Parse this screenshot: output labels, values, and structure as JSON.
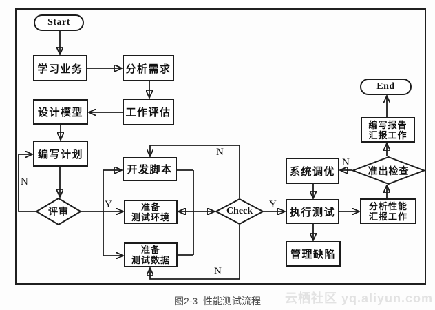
{
  "figure": {
    "caption": "图2-3  性能测试流程",
    "watermark": "云栖社区 yq.aliyun.com"
  },
  "nodes": {
    "start": "Start",
    "learn_business": "学习业务",
    "analyze_requirements": "分析需求",
    "work_estimate": "工作评估",
    "design_model": "设计模型",
    "write_plan": "编写计划",
    "review": "评审",
    "develop_script": "开发脚本",
    "prepare_env": "准备\n测试环境",
    "prepare_data": "准备\n测试数据",
    "check": "Check",
    "execute_test": "执行测试",
    "system_tuning": "系统调优",
    "manage_defects": "管理缺陷",
    "analyze_performance": "分析性能\n汇报工作",
    "exit_check": "准出检查",
    "write_report": "编写报告\n汇报工作",
    "end": "End"
  },
  "edge_labels": {
    "review_no": "N",
    "review_yes": "Y",
    "check_no_top": "N",
    "check_no_bottom": "N",
    "check_yes": "Y",
    "exit_check_no": "N"
  },
  "colors": {
    "line": "#1c1c1c",
    "node_fill": "#ffffff",
    "caption_text": "#4d4d4d",
    "watermark_text": "#e2e2e2"
  }
}
